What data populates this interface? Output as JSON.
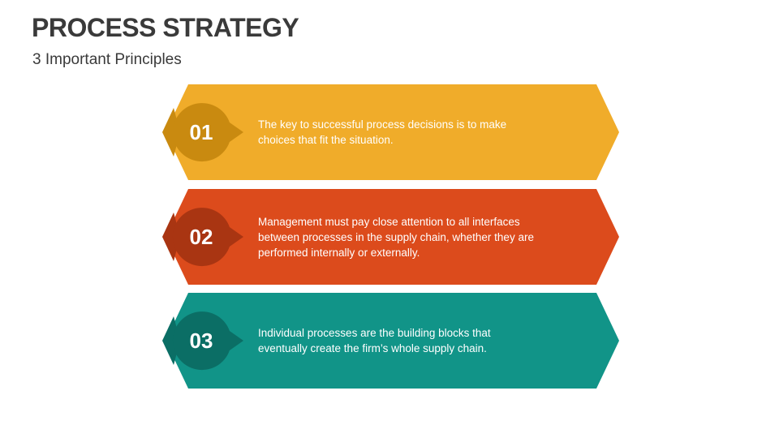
{
  "header": {
    "title": "PROCESS STRATEGY",
    "subtitle": "3 Important Principles"
  },
  "items": [
    {
      "number": "01",
      "text": "The key to successful process decisions is to make choices that fit the situation.",
      "color": "#F0AC2A",
      "dark_color": "#C98A10"
    },
    {
      "number": "02",
      "text": "Management must pay close attention to all interfaces between processes in the supply chain, whether they are performed internally or externally.",
      "color": "#DC4B1C",
      "dark_color": "#A93512"
    },
    {
      "number": "03",
      "text": "Individual processes are the building blocks that eventually create the firm’s whole supply chain.",
      "color": "#119488",
      "dark_color": "#0B6E65"
    }
  ]
}
